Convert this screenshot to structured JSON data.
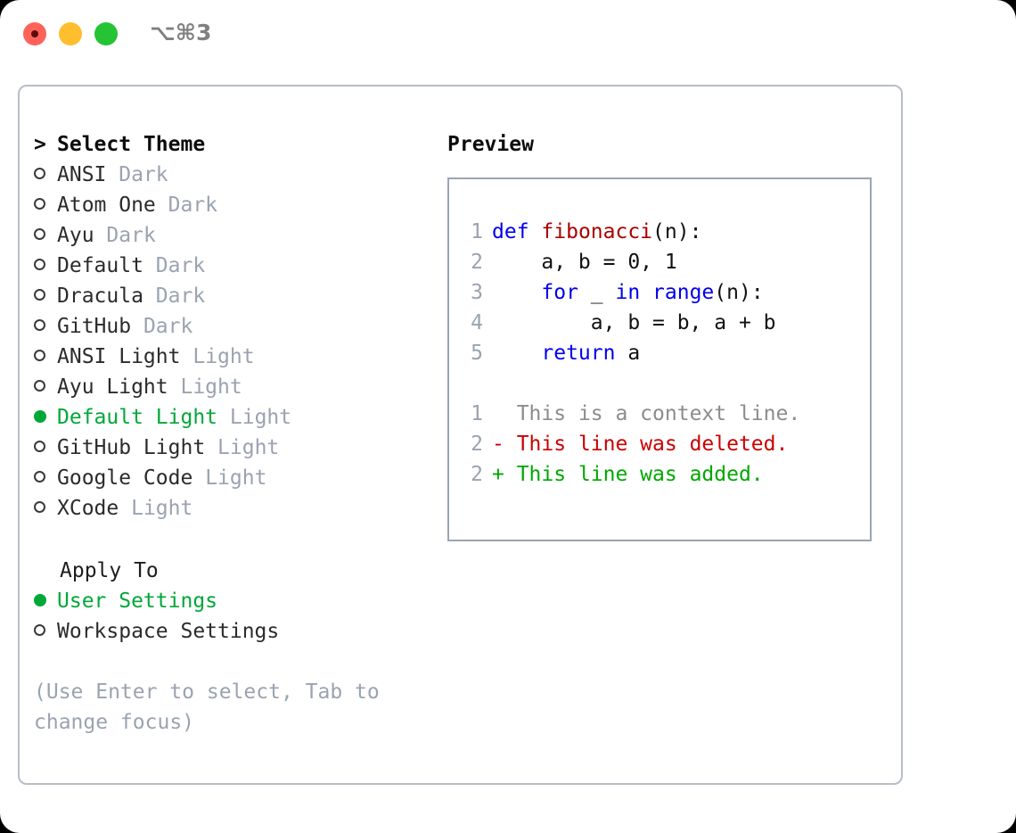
{
  "titlebar": {
    "shortcut": "⌥⌘3",
    "buttons": [
      {
        "name": "close",
        "color": "#ff6259"
      },
      {
        "name": "minimize",
        "color": "#ffbe2e"
      },
      {
        "name": "zoom",
        "color": "#24c434"
      }
    ]
  },
  "theme_picker": {
    "header_marker": ">",
    "header": "Select Theme",
    "items": [
      {
        "marker": "o",
        "name": "ANSI",
        "category": "Dark",
        "selected": false
      },
      {
        "marker": "o",
        "name": "Atom One",
        "category": "Dark",
        "selected": false
      },
      {
        "marker": "o",
        "name": "Ayu",
        "category": "Dark",
        "selected": false
      },
      {
        "marker": "o",
        "name": "Default",
        "category": "Dark",
        "selected": false
      },
      {
        "marker": "o",
        "name": "Dracula",
        "category": "Dark",
        "selected": false
      },
      {
        "marker": "o",
        "name": "GitHub",
        "category": "Dark",
        "selected": false
      },
      {
        "marker": "o",
        "name": "ANSI Light",
        "category": "Light",
        "selected": false
      },
      {
        "marker": "o",
        "name": "Ayu Light",
        "category": "Light",
        "selected": false
      },
      {
        "marker": "●",
        "name": "Default Light",
        "category": "Light",
        "selected": true
      },
      {
        "marker": "o",
        "name": "GitHub Light",
        "category": "Light",
        "selected": false
      },
      {
        "marker": "o",
        "name": "Google Code",
        "category": "Light",
        "selected": false
      },
      {
        "marker": "o",
        "name": "XCode",
        "category": "Light",
        "selected": false
      }
    ]
  },
  "apply_to": {
    "title": "Apply To",
    "options": [
      {
        "marker": "●",
        "label": "User Settings",
        "selected": true
      },
      {
        "marker": "o",
        "label": "Workspace Settings",
        "selected": false
      }
    ]
  },
  "hint": "(Use Enter to select, Tab to change focus)",
  "preview": {
    "title": "Preview",
    "code_lines": [
      {
        "no": "1",
        "tokens": [
          {
            "t": "def",
            "c": "kw"
          },
          {
            "t": " ",
            "c": "pl"
          },
          {
            "t": "fibonacci",
            "c": "fn"
          },
          {
            "t": "(n):",
            "c": "pl"
          }
        ]
      },
      {
        "no": "2",
        "tokens": [
          {
            "t": "    a, b = 0, 1",
            "c": "pl"
          }
        ]
      },
      {
        "no": "3",
        "tokens": [
          {
            "t": "    ",
            "c": "pl"
          },
          {
            "t": "for",
            "c": "kw"
          },
          {
            "t": " _ ",
            "c": "pl"
          },
          {
            "t": "in",
            "c": "kw"
          },
          {
            "t": " ",
            "c": "pl"
          },
          {
            "t": "range",
            "c": "kw"
          },
          {
            "t": "(n):",
            "c": "pl"
          }
        ]
      },
      {
        "no": "4",
        "tokens": [
          {
            "t": "        a, b = b, a + b",
            "c": "pl"
          }
        ]
      },
      {
        "no": "5",
        "tokens": [
          {
            "t": "    ",
            "c": "pl"
          },
          {
            "t": "return",
            "c": "kw"
          },
          {
            "t": " a",
            "c": "pl"
          }
        ]
      }
    ],
    "diff_lines": [
      {
        "no": "1",
        "sign": " ",
        "text": " This is a context line.",
        "kind": "diff-ctx"
      },
      {
        "no": "2",
        "sign": "-",
        "text": " This line was deleted.",
        "kind": "diff-del"
      },
      {
        "no": "2",
        "sign": "+",
        "text": " This line was added.",
        "kind": "diff-add"
      }
    ]
  },
  "colors": {
    "accent_green": "#00a838",
    "muted_gray": "#9aa3b0",
    "keyword_blue": "#0000ee",
    "function_red": "#aa0000",
    "diff_added": "#00a800",
    "diff_deleted": "#cc0000",
    "border": "#b7bec8",
    "preview_border": "#9aa5b1"
  }
}
